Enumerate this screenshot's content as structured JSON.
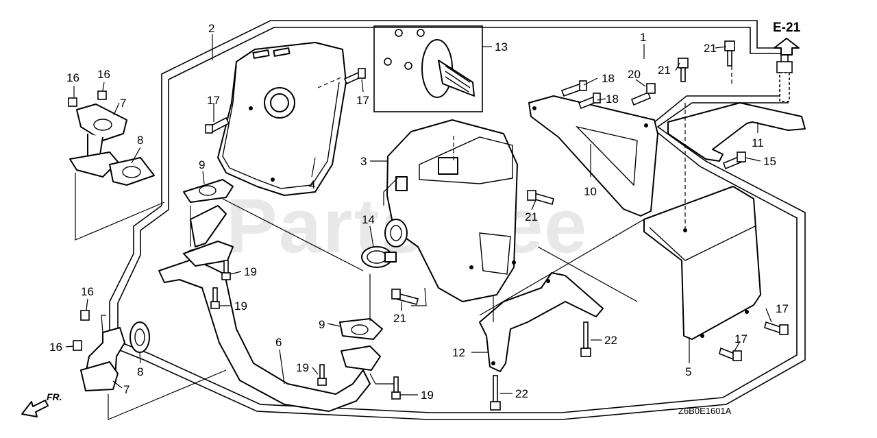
{
  "watermark": "PartsTree",
  "section_ref": "E-21",
  "direction_label": "FR.",
  "diagram_code": "Z6B0E1601A",
  "callouts": {
    "c1": "1",
    "c2": "2",
    "c3": "3",
    "c4": "4",
    "c5": "5",
    "c6": "6",
    "c7a": "7",
    "c7b": "7",
    "c8a": "8",
    "c8b": "8",
    "c9a": "9",
    "c9b": "9",
    "c10": "10",
    "c11": "11",
    "c12": "12",
    "c13": "13",
    "c14": "14",
    "c15": "15",
    "c16a": "16",
    "c16b": "16",
    "c16c": "16",
    "c16d": "16",
    "c17a": "17",
    "c17b": "17",
    "c17c": "17",
    "c17d": "17",
    "c18a": "18",
    "c18b": "18",
    "c19a": "19",
    "c19b": "19",
    "c19c": "19",
    "c19d": "19",
    "c20": "20",
    "c21a": "21",
    "c21b": "21",
    "c21c": "21",
    "c21d": "21",
    "c22a": "22",
    "c22b": "22"
  }
}
